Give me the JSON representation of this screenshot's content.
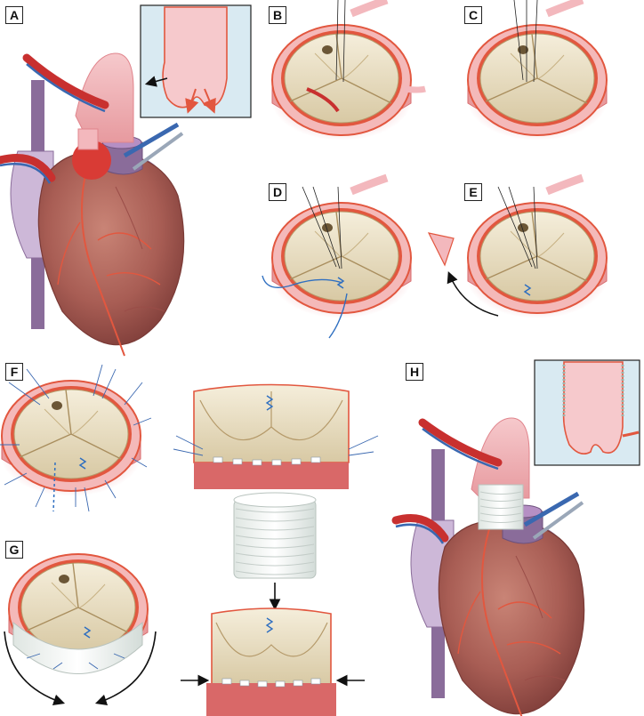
{
  "panels": [
    {
      "id": "a",
      "label": "A"
    },
    {
      "id": "b",
      "label": "B"
    },
    {
      "id": "c",
      "label": "C"
    },
    {
      "id": "d",
      "label": "D"
    },
    {
      "id": "e",
      "label": "E"
    },
    {
      "id": "f",
      "label": "F"
    },
    {
      "id": "g",
      "label": "G"
    },
    {
      "id": "h",
      "label": "H"
    }
  ],
  "colors": {
    "heart": "#b4645a",
    "heart_dark": "#8c4640",
    "aorta": "#f3b8bd",
    "aorta_edge": "#e0848c",
    "wall_red": "#e2573f",
    "vein_purple": "#8a6c9a",
    "artery_red": "#c8302f",
    "line_blue": "#3a68b0",
    "leaflet": "#efe4c8",
    "graft_white": "#eef2f0",
    "inset_bg": "#d9eaf2",
    "suture_blue": "#2f6fc0"
  }
}
